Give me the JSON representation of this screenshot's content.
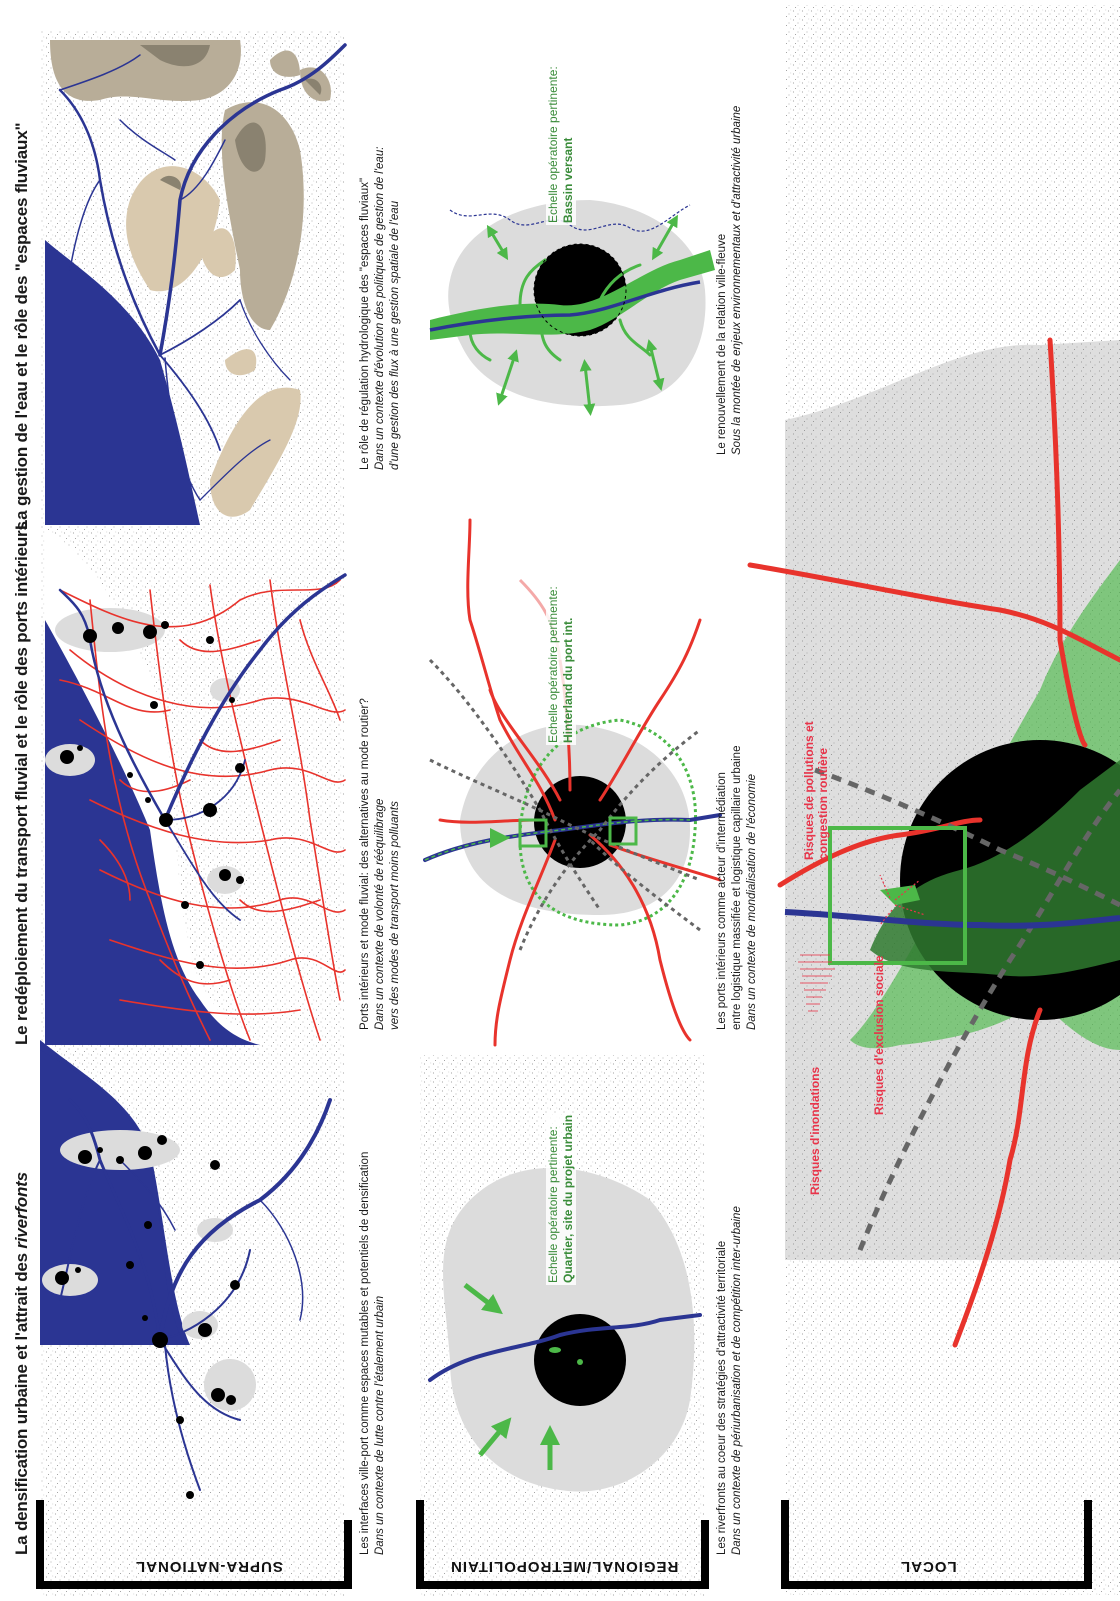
{
  "headers": {
    "col1_prefix": "La densification urbaine et l'attrait des ",
    "col1_italic": "riverfonts",
    "col2": "Le redéploiement du transport fluvial et le rôle des ports intérieurs",
    "col3": "La gestion de l'eau et le rôle des \"espaces fluviaux\""
  },
  "captions": {
    "supra1": {
      "main": "Les interfaces ville-port comme espaces mutables et potentiels de densification",
      "sub": "Dans un contexte de  lutte contre l'étalement urbain"
    },
    "supra2": {
      "main": "Ports intérieurs et mode fluvial: des alternatives au mode routier?",
      "sub1": "Dans un contexte de  volonté de rééquilibrage",
      "sub2": "vers des modes de transport moins polluants"
    },
    "supra3": {
      "main": "Le rôle de régulation  hydrologique des \"espaces fluviaux\"",
      "sub1": "Dans un contexte d'évolution des politiques de gestion de l'eau:",
      "sub2": "d'une gestion des flux à une gestion spatiale de l'eau"
    },
    "reg1": {
      "main": "Les riverfronts au coeur des stratégies d'attractivité territoriale",
      "sub": "Dans un contexte de  périurbanisation et de compétition inter-urbaine"
    },
    "reg2": {
      "main1": "Les ports intérieurs comme acteur d'intermédiation",
      "main2": "entre logistique massifiée et logistique capillaire urbaine",
      "sub": "Dans un contexte de mondialisation de l'économie"
    },
    "reg3": {
      "main": "Le renouvellement de la relation ville-fleuve",
      "sub": "Sous la montée de enjeux environnementaux et d'attractivité urbaine"
    }
  },
  "scales": {
    "s1": {
      "label": "Echelle opératoire pertinente:",
      "value": "Quartier, site du projet urbain"
    },
    "s2": {
      "label": "Echelle opératoire pertinente:",
      "value": "Hinterland du port int."
    },
    "s3": {
      "label": "Echelle opératoire pertinente:",
      "value": "Bassin versant"
    }
  },
  "risks": {
    "pollution1": "Risques de pollutions et",
    "pollution2": "congestion routière",
    "inondations": "Risques d'inondations",
    "exclusion": "Risques d'exclusion sociale"
  },
  "bands": {
    "supra": "SUPRA-NATIONAL",
    "regional": "REGIONAL/METROPOLITAIN",
    "local": "LOCAL"
  },
  "colors": {
    "river": "#2b3593",
    "road": "#e8332c",
    "green": "#4cb848",
    "gray": "#d9d9d9",
    "risk": "#e8344a"
  }
}
